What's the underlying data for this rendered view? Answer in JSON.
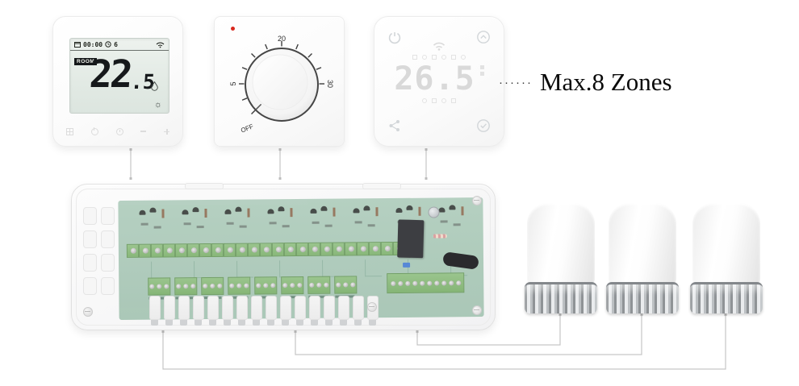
{
  "annotation": {
    "dots": "······",
    "label": "Max.8 Zones"
  },
  "thermostat_lcd": {
    "time": "00:00",
    "day": "6",
    "mode_badge": "ROOM",
    "temp_int": "22",
    "temp_frac": ".5",
    "sun_glyph": "☼"
  },
  "thermostat_dial": {
    "top_label": "20",
    "left_label": "5",
    "right_label": "30",
    "off_label": "OFF"
  },
  "thermostat_touch": {
    "temperature": "26.5"
  },
  "wiring_center": {
    "zones": 8,
    "zone_terminal_pins": 3,
    "terminal_strip_cells": 24,
    "power_terminal_pins": 10,
    "comb_teeth": 16,
    "left_slots": 8
  },
  "actuators": {
    "count": 3
  },
  "colors": {
    "pcb_green": "#a9c8b7",
    "terminal_green": "#84b878",
    "connector_line": "#c6c6c6",
    "led_red": "#d8281e",
    "lcd_background": "#e6ece7"
  }
}
